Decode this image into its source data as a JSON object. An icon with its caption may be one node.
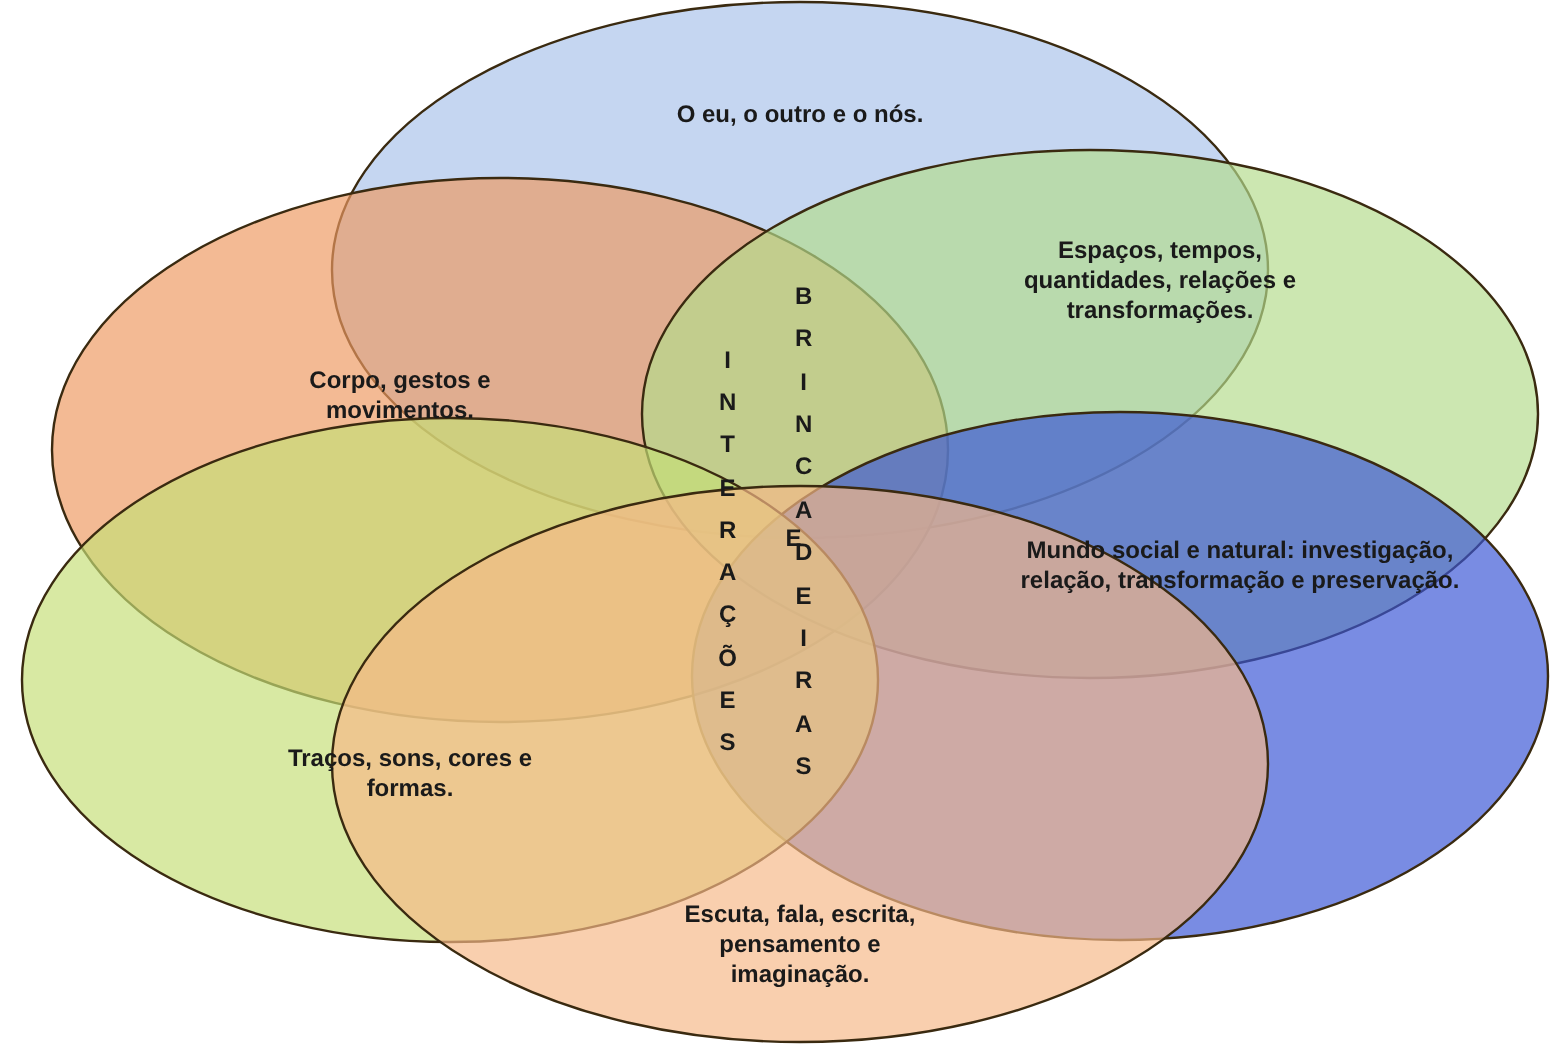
{
  "diagram": {
    "nodes": [
      {
        "text": [
          "O eu, o outro e o nós."
        ]
      },
      {
        "text": [
          "Corpo, gestos e movimentos."
        ]
      },
      {
        "text": [
          "Espaços, tempos, quantidades, relações e transformações."
        ]
      },
      {
        "text": [
          "Mundo social e natural: investigação, relação, transformação e preservação."
        ]
      },
      {
        "text": [
          "Traços, sons, cores e formas."
        ]
      },
      {
        "text": [
          "Escuta, fala, escrita, pensamento e imaginação."
        ]
      }
    ],
    "edges": [],
    "labels": [
      "INTERAÇÕES",
      "E",
      "BRINCADEIRAS"
    ]
  }
}
